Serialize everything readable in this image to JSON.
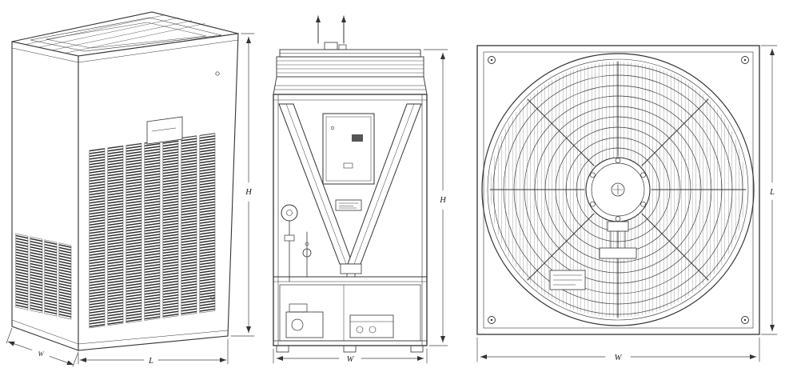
{
  "drawing": {
    "background": "#ffffff",
    "line_color": "#333333",
    "views": {
      "isometric": {
        "name": "cabinet-isometric-view",
        "label_height": "H",
        "label_length": "L",
        "label_depth": "W"
      },
      "front": {
        "name": "front-elevation-view",
        "label_height": "H",
        "label_width": "W",
        "airflow_arrow_count": 2
      },
      "fan": {
        "name": "fan-top-view",
        "label_length": "L",
        "label_width": "W"
      }
    }
  }
}
